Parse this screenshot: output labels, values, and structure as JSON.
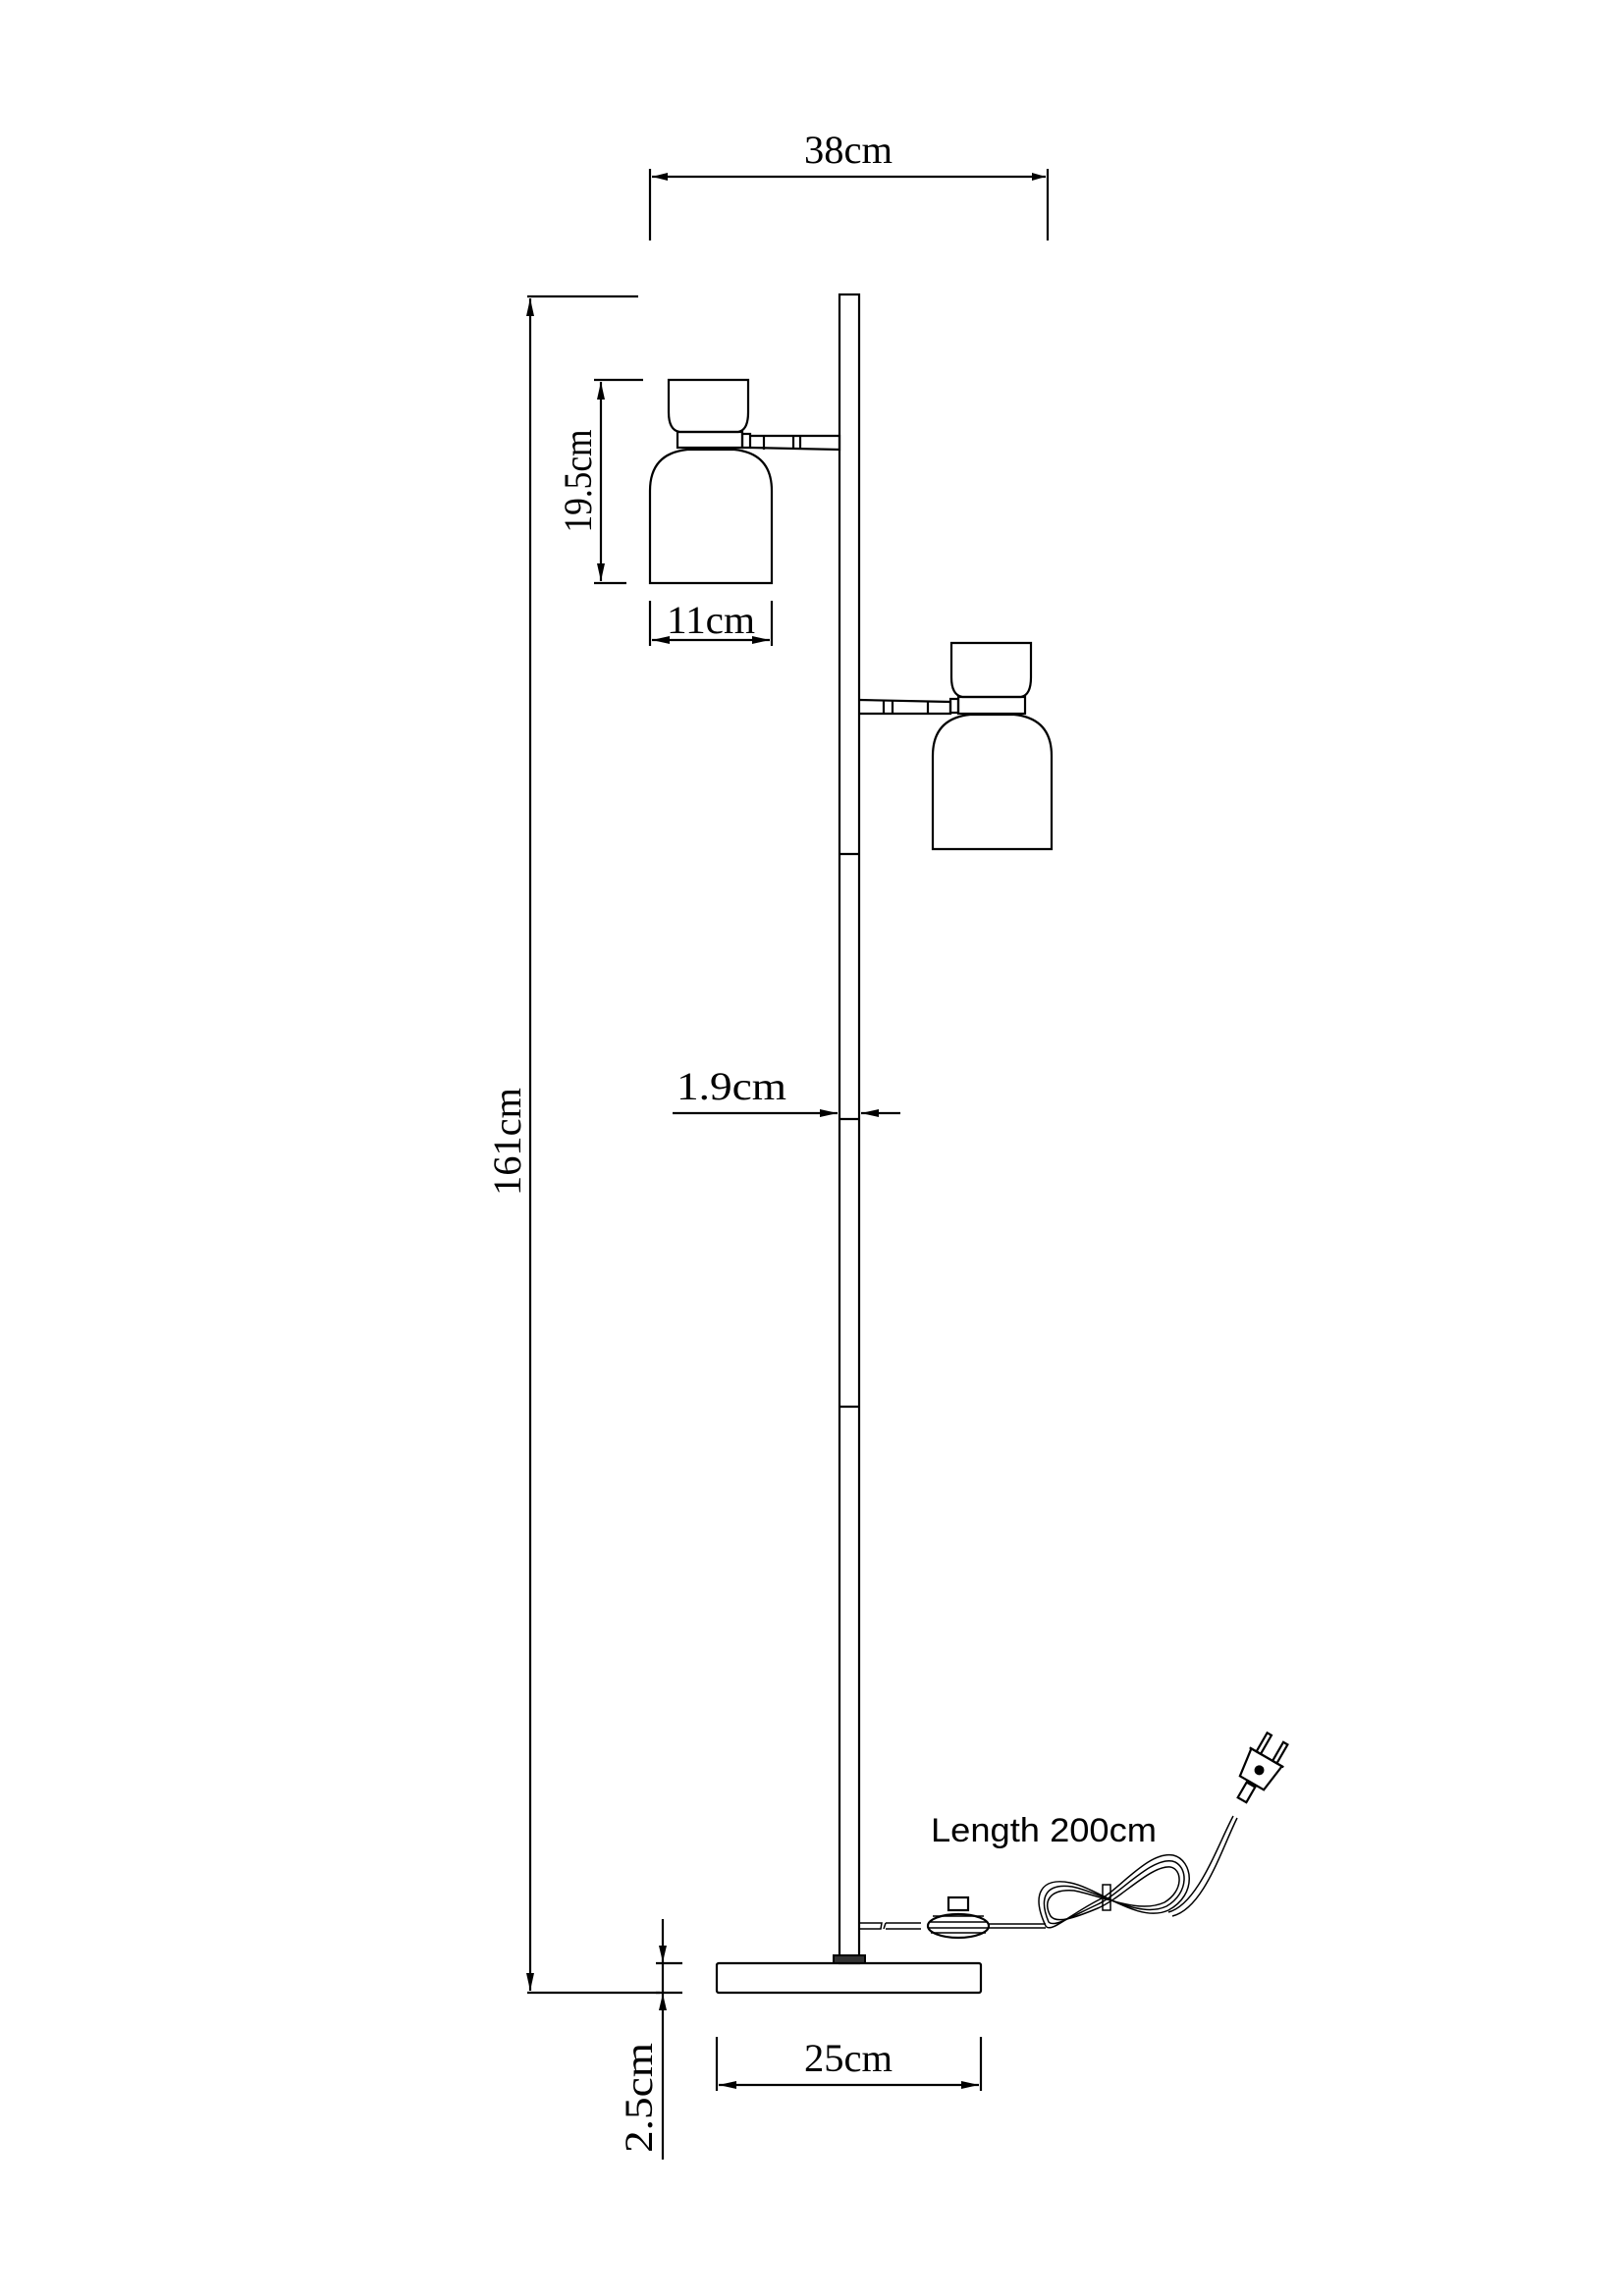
{
  "dimensions": {
    "overall_width": "38cm",
    "overall_height": "161cm",
    "shade_height": "19.5cm",
    "shade_width": "11cm",
    "pole_diameter": "1.9cm",
    "base_thickness": "2.5cm",
    "base_width": "25cm",
    "cord_length": "Length 200cm"
  },
  "colors": {
    "line": "#000000",
    "background": "#ffffff"
  }
}
